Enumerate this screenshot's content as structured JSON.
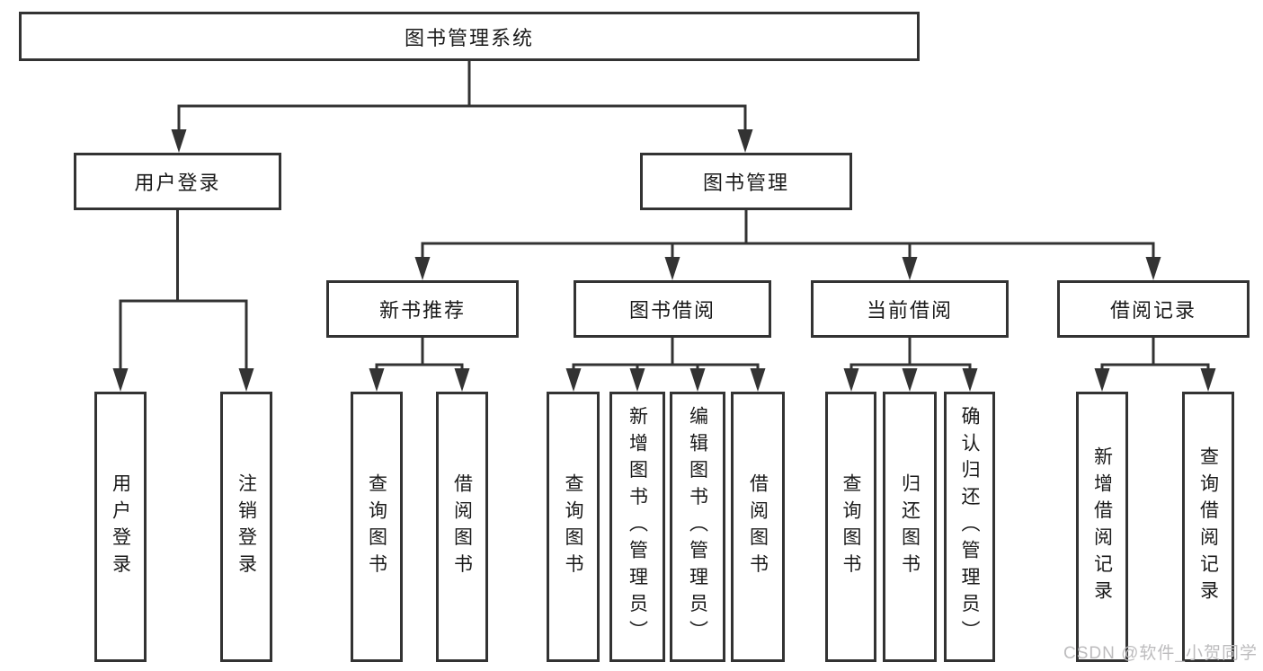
{
  "tree": {
    "label": "图书管理系统",
    "children": [
      {
        "label": "用户登录",
        "children": [
          {
            "label": "用户登录"
          },
          {
            "label": "注销登录"
          }
        ]
      },
      {
        "label": "图书管理",
        "children": [
          {
            "label": "新书推荐",
            "children": [
              {
                "label": "查询图书"
              },
              {
                "label": "借阅图书"
              }
            ]
          },
          {
            "label": "图书借阅",
            "children": [
              {
                "label": "查询图书"
              },
              {
                "label": "新增图书（管理员）"
              },
              {
                "label": "编辑图书（管理员）"
              },
              {
                "label": "借阅图书"
              }
            ]
          },
          {
            "label": "当前借阅",
            "children": [
              {
                "label": "查询图书"
              },
              {
                "label": "归还图书"
              },
              {
                "label": "确认归还（管理员）"
              }
            ]
          },
          {
            "label": "借阅记录",
            "children": [
              {
                "label": "新增借阅记录"
              },
              {
                "label": "查询借阅记录"
              }
            ]
          }
        ]
      }
    ]
  },
  "watermark": "CSDN @软件_小贺同学",
  "colors": {
    "line": "#333333",
    "text": "#1a1a1a",
    "watermark": "#bdbcbe",
    "background": "#ffffff"
  }
}
